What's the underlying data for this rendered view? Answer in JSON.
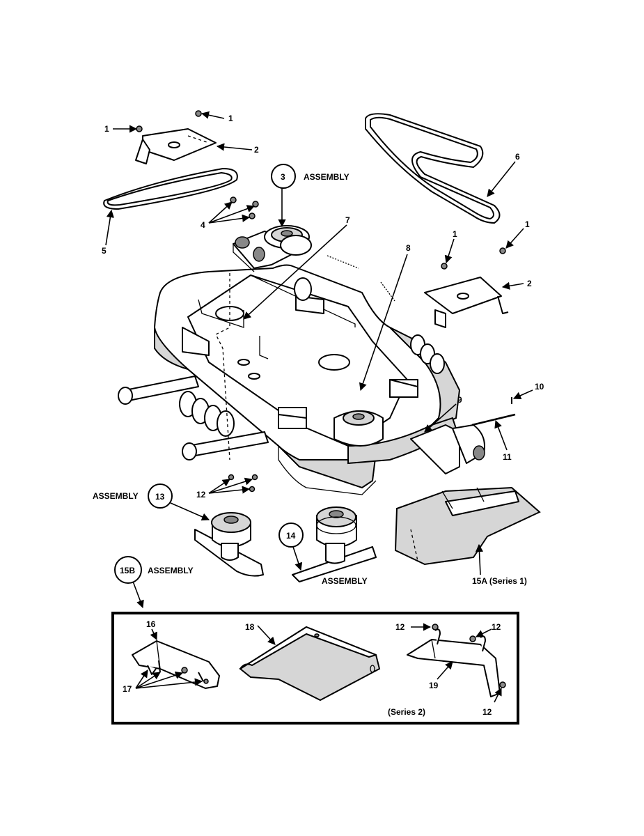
{
  "callouts": {
    "c1a": "1",
    "c1b": "1",
    "c1c": "1",
    "c1d": "1",
    "c2a": "2",
    "c2b": "2",
    "c3": "3",
    "c4": "4",
    "c5": "5",
    "c6": "6",
    "c7": "7",
    "c8": "8",
    "c9": "9",
    "c10": "10",
    "c11": "11",
    "c12a": "12",
    "c12b": "12",
    "c12c": "12",
    "c12d": "12",
    "c13": "13",
    "c14": "14",
    "c15b": "15B",
    "c15a": "15A  (Series 1)",
    "c16": "16",
    "c17": "17",
    "c18": "18",
    "c19": "19"
  },
  "labels": {
    "asm3": "ASSEMBLY",
    "asm13": "ASSEMBLY",
    "asm14": "ASSEMBLY",
    "asm15b": "ASSEMBLY",
    "series2": "(Series 2)"
  }
}
